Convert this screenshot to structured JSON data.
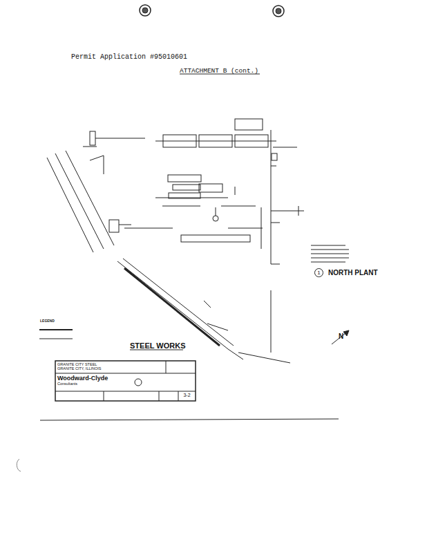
{
  "diagram": {
    "nodes": [
      {
        "text": [
          "GRANITE CITY STEEL",
          "GRANITE CITY, ILLINOIS"
        ]
      },
      {
        "text": [
          "Woodward-Clyde",
          "Consultants"
        ]
      },
      {
        "text": [
          "3-2"
        ]
      },
      {
        "text": [
          "1"
        ]
      }
    ],
    "labels": [
      "Permit Application #95010601",
      "ATTACHMENT B (cont.)",
      "NORTH PLANT",
      "STEEL WORKS",
      "N",
      "LEGEND"
    ]
  }
}
